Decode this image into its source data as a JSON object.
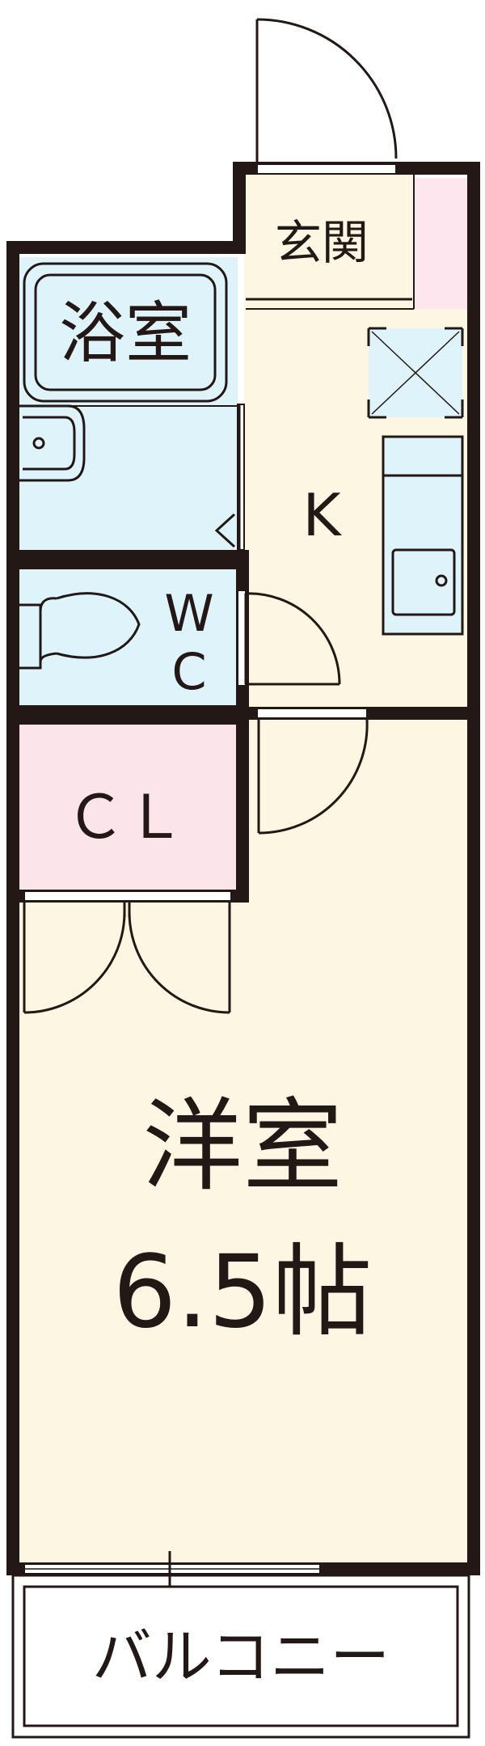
{
  "rooms": {
    "entrance": "玄関",
    "bath": "浴室",
    "kitchen": "K",
    "wc_w": "W",
    "wc_c": "C",
    "closet": "ＣＬ",
    "western_room": "洋室",
    "western_room_size": "6.5帖",
    "balcony": "バルコニー"
  },
  "colors": {
    "wall": "#231815",
    "floor": "#fdf6e3",
    "wet_area": "#dff3fa",
    "closet": "#fbe4ea",
    "shoe_box": "#fde6ee"
  }
}
